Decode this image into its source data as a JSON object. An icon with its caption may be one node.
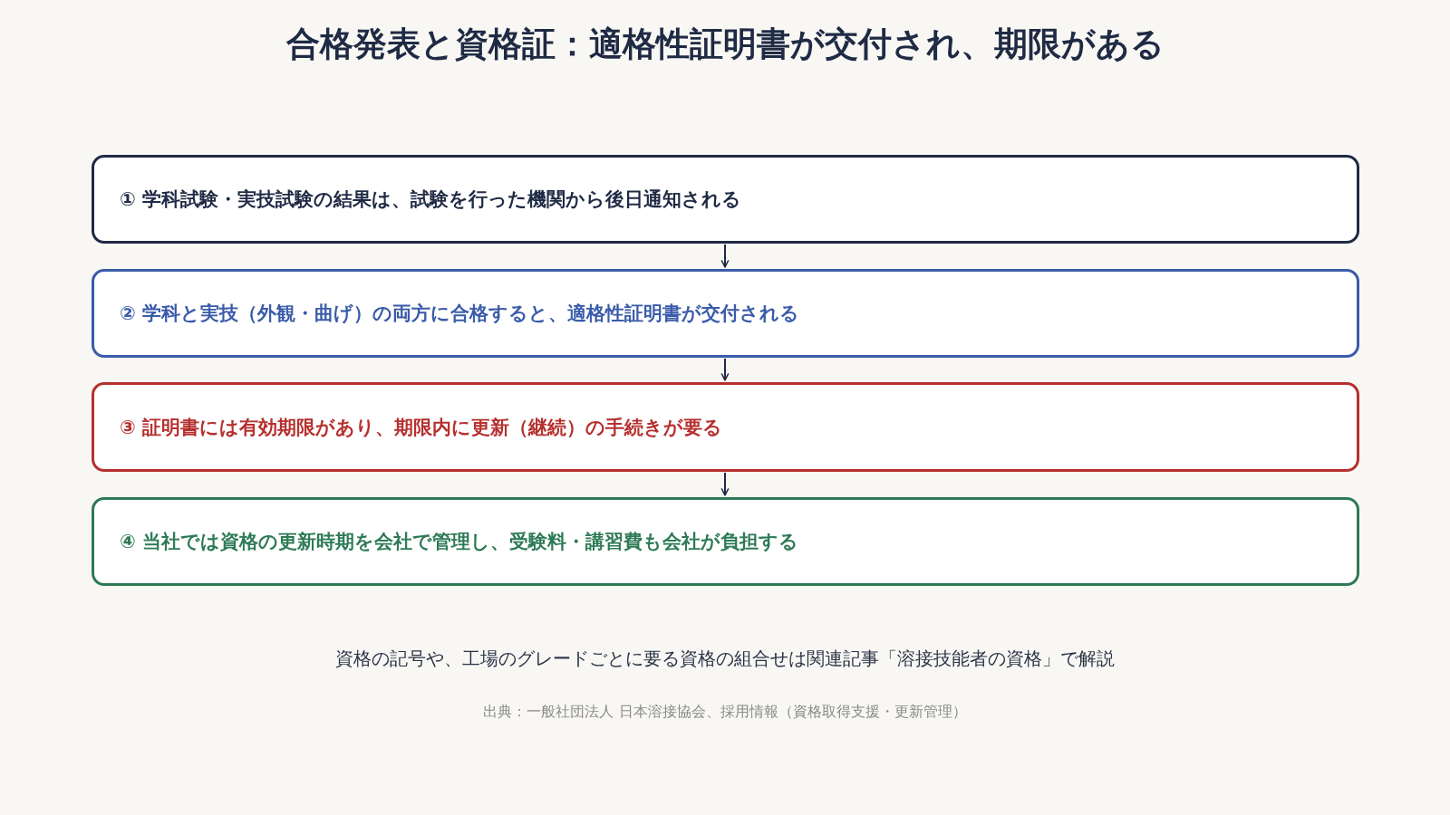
{
  "diagram": {
    "title": "合格発表と資格証：適格性証明書が交付され、期限がある",
    "nodes": [
      {
        "text": [
          "① 学科試験・実技試験の結果は、試験を行った機関から後日通知される"
        ]
      },
      {
        "text": [
          "② 学科と実技（外観・曲げ）の両方に合格すると、適格性証明書が交付される"
        ]
      },
      {
        "text": [
          "③ 証明書には有効期限があり、期限内に更新（継続）の手続きが要る"
        ]
      },
      {
        "text": [
          "④ 当社では資格の更新時期を会社で管理し、受験料・講習費も会社が負担する"
        ]
      }
    ],
    "edges": [
      {
        "from": 0,
        "to": 1,
        "arrow": "to"
      },
      {
        "from": 1,
        "to": 2,
        "arrow": "to"
      },
      {
        "from": 2,
        "to": 3,
        "arrow": "to"
      }
    ],
    "labels": [
      "資格の記号や、工場のグレードごとに要る資格の組合せは関連記事「溶接技能者の資格」で解説",
      "出典：一般社団法人 日本溶接協会、採用情報（資格取得支援・更新管理）"
    ]
  }
}
